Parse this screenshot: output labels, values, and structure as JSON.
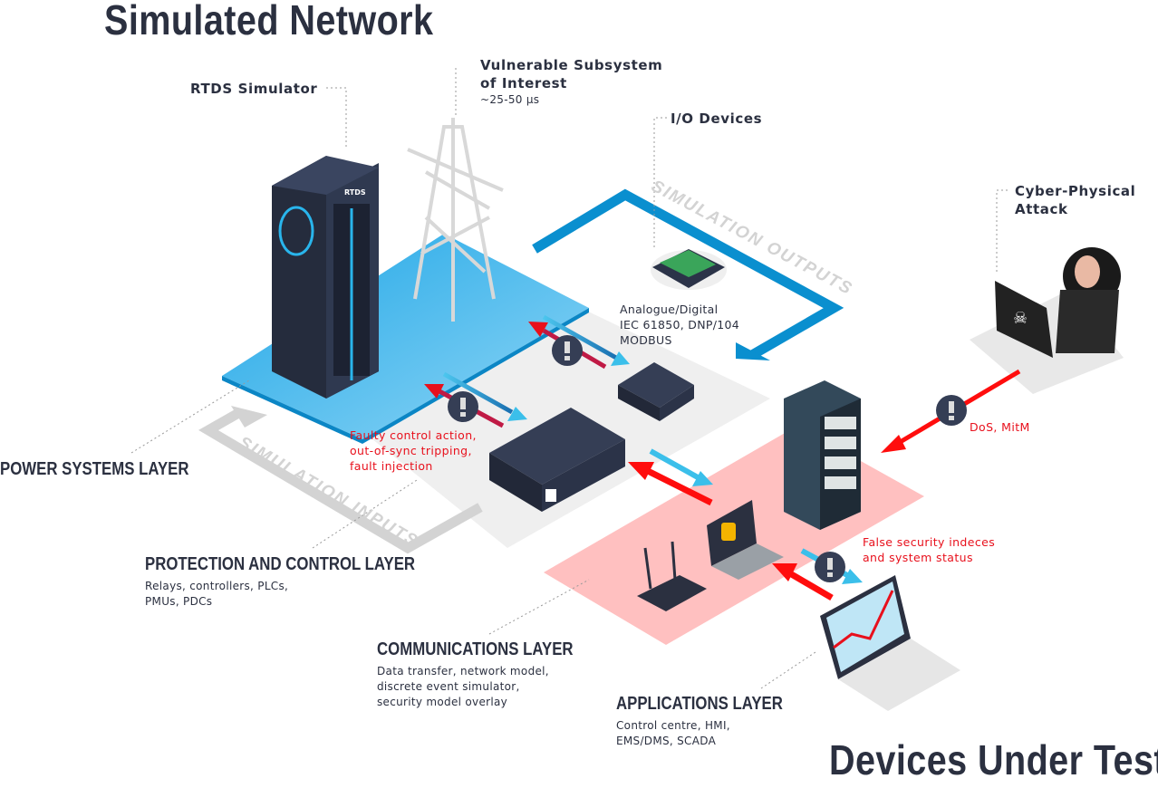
{
  "titles": {
    "top": "Simulated Network",
    "bottom": "Devices Under Test"
  },
  "callouts": {
    "rtds": "RTDS Simulator",
    "vulnerable": [
      "Vulnerable Subsystem",
      "of Interest"
    ],
    "vulnerable_timing": "~25-50 µs",
    "io_devices": "I/O Devices",
    "attack": [
      "Cyber-Physical",
      "Attack"
    ],
    "io_protocols": [
      "Analogue/Digital",
      "IEC 61850, DNP/104",
      "MODBUS"
    ]
  },
  "threats": {
    "control": [
      "Faulty control action,",
      "out-of-sync tripping,",
      "fault injection"
    ],
    "network": "DoS, MitM",
    "application": [
      "False security indeces",
      "and system status"
    ]
  },
  "flows": {
    "outputs": "SIMULATION OUTPUTS",
    "inputs": "SIMULATION INPUTS"
  },
  "layers": [
    {
      "name": "POWER SYSTEMS LAYER",
      "details": []
    },
    {
      "name": "PROTECTION AND CONTROL LAYER",
      "details": [
        "Relays, controllers, PLCs,",
        "PMUs, PDCs"
      ]
    },
    {
      "name": "COMMUNICATIONS LAYER",
      "details": [
        "Data transfer, network model,",
        "discrete event simulator,",
        "security model overlay"
      ]
    },
    {
      "name": "APPLICATIONS LAYER",
      "details": [
        "Control centre, HMI,",
        "EMS/DMS, SCADA"
      ]
    }
  ],
  "logo_text": "RTDS",
  "colors": {
    "text": "#2b3040",
    "threat": "#e8101c",
    "power_platform": "#29a9e8",
    "comm_platform": "#ffc0c0",
    "flow_arrow": "#0a8fcf",
    "input_arrow": "#d3d3d3",
    "device": "#2b3348"
  },
  "icons": [
    "warning-icon",
    "server-rack-icon",
    "transmission-tower-icon",
    "io-module-icon",
    "switch-icon",
    "relay-icon",
    "server-icon",
    "router-icon",
    "laptop-lock-icon",
    "laptop-chart-icon",
    "hacker-icon"
  ]
}
